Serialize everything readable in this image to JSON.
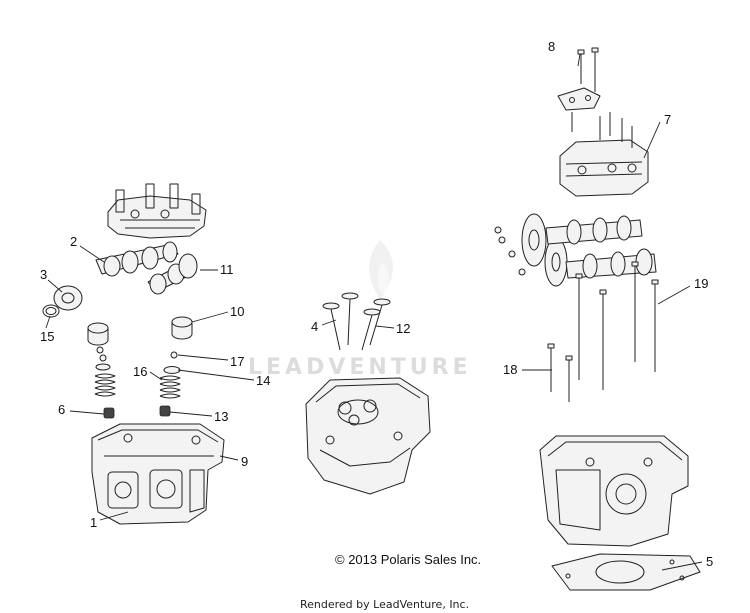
{
  "diagram": {
    "callouts": {
      "c1": "1",
      "c2": "2",
      "c3": "3",
      "c4": "4",
      "c5": "5",
      "c6": "6",
      "c7": "7",
      "c8": "8",
      "c9": "9",
      "c10": "10",
      "c11": "11",
      "c12": "12",
      "c13": "13",
      "c14": "14",
      "c15": "15",
      "c16": "16",
      "c17": "17",
      "c18": "18",
      "c19": "19"
    },
    "copyright": "© 2013 Polaris Sales Inc.",
    "rendered_by": "Rendered by LeadVenture, Inc.",
    "watermark": "LEADVENTURE"
  }
}
